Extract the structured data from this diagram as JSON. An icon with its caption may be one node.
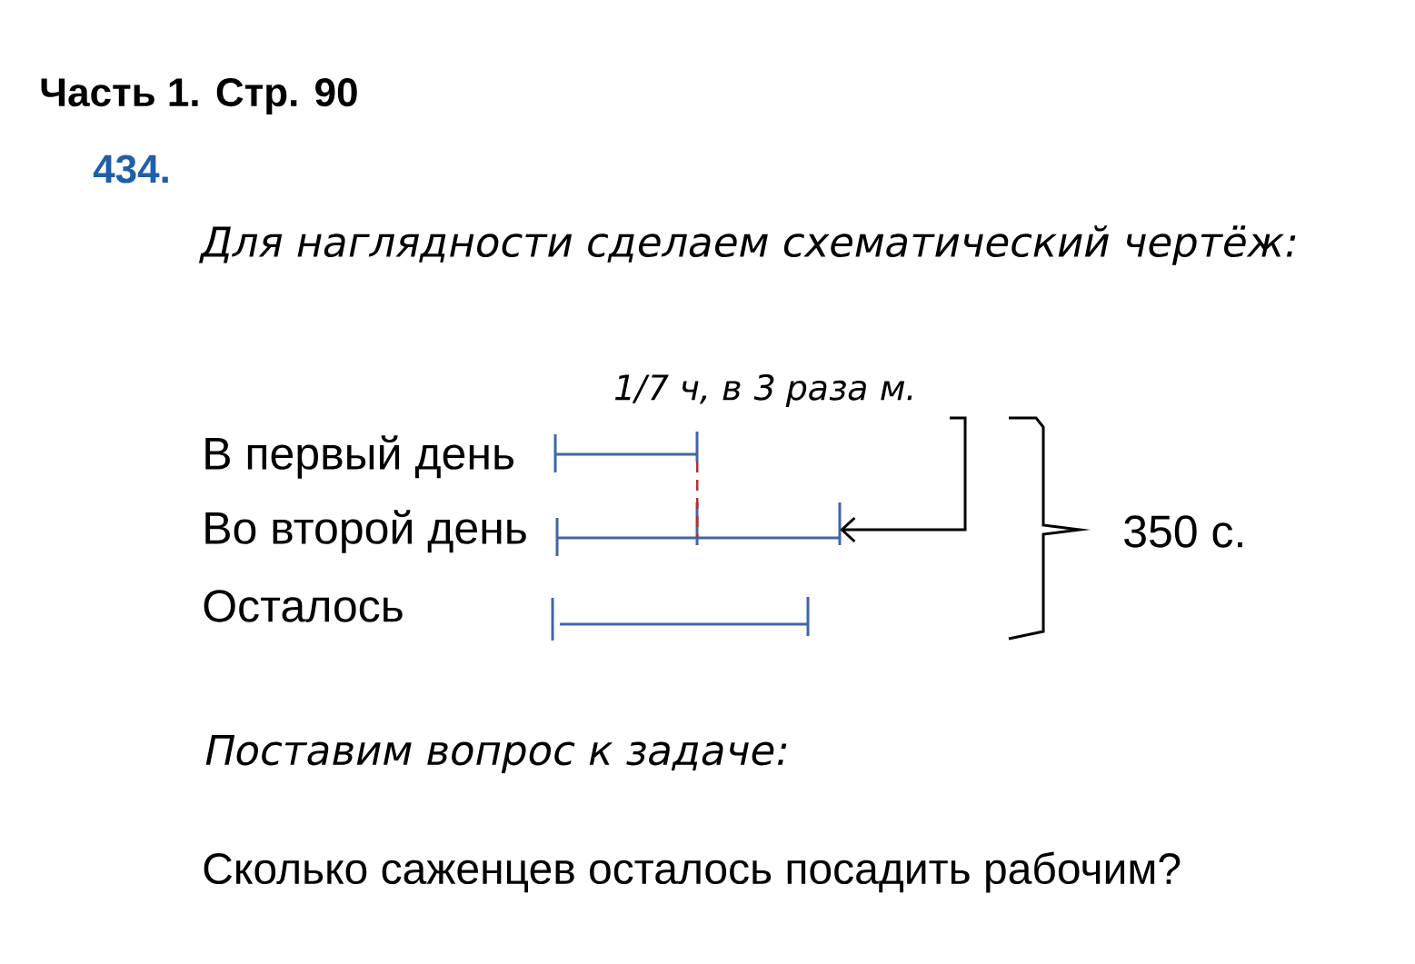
{
  "diagram": {
    "title": "Часть 1. Стр. 90",
    "nodes": [
      {
        "text": [],
        "shape": "bar"
      },
      {
        "text": [],
        "shape": "bar"
      },
      {
        "text": [],
        "shape": "bar"
      }
    ],
    "edges": [
      {
        "from": null,
        "to": 1,
        "arrow": "to"
      },
      {
        "from": 0,
        "to": 1,
        "arrow": "none",
        "style": "dashed",
        "color": "#b03030"
      }
    ],
    "labels": [
      "434.",
      "Для наглядности сделаем схематический чертёж:",
      "1/7 ч, в 3 раза м.",
      "В первый день",
      "Во второй день",
      "Осталось",
      "350 с.",
      "Поставим вопрос к задаче:",
      "Сколько саженцев осталось посадить рабочим?"
    ]
  }
}
